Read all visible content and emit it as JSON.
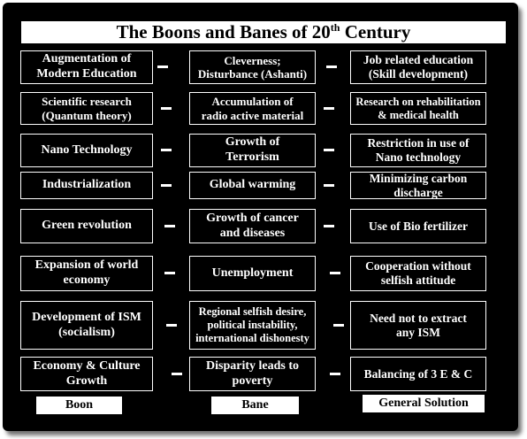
{
  "title": {
    "main": "The Boons and Banes of 20",
    "sup": "th",
    "tail": " Century"
  },
  "rows": [
    {
      "boon": [
        "Augmentation of",
        "Modern Education"
      ],
      "bane": [
        "Cleverness;",
        "Disturbance (Ashanti)"
      ],
      "solution": [
        "Job related education",
        "(Skill development)"
      ]
    },
    {
      "boon": [
        "Scientific research",
        "(Quantum theory)"
      ],
      "bane": [
        "Accumulation of",
        "radio active material"
      ],
      "solution": [
        "Research on rehabilitation",
        "& medical health"
      ]
    },
    {
      "boon": [
        "Nano Technology"
      ],
      "bane": [
        "Growth of",
        "Terrorism"
      ],
      "solution": [
        "Restriction in use of",
        "Nano technology"
      ]
    },
    {
      "boon": [
        "Industrialization"
      ],
      "bane": [
        "Global warming"
      ],
      "solution": [
        "Minimizing carbon",
        "discharge"
      ]
    },
    {
      "boon": [
        "Green revolution"
      ],
      "bane": [
        "Growth of cancer",
        "and diseases"
      ],
      "solution": [
        "Use of Bio fertilizer"
      ]
    },
    {
      "boon": [
        "Expansion of world",
        "economy"
      ],
      "bane": [
        "Unemployment"
      ],
      "solution": [
        "Cooperation without",
        "selfish attitude"
      ]
    },
    {
      "boon": [
        "Development of ISM",
        "(socialism)"
      ],
      "bane": [
        "Regional selfish desire,",
        "political instability,",
        "international dishonesty"
      ],
      "solution": [
        "Need not to extract",
        "any ISM"
      ]
    },
    {
      "boon": [
        "Economy & Culture",
        "Growth"
      ],
      "bane": [
        "Disparity leads to",
        "poverty"
      ],
      "solution": [
        "Balancing of  3 E & C"
      ]
    }
  ],
  "footer": {
    "boon": "Boon",
    "bane": "Bane",
    "solution": "General Solution"
  },
  "colors": {
    "background": "#000000",
    "box_border": "#ffffff",
    "text": "#ffffff",
    "title_bg": "#ffffff"
  }
}
